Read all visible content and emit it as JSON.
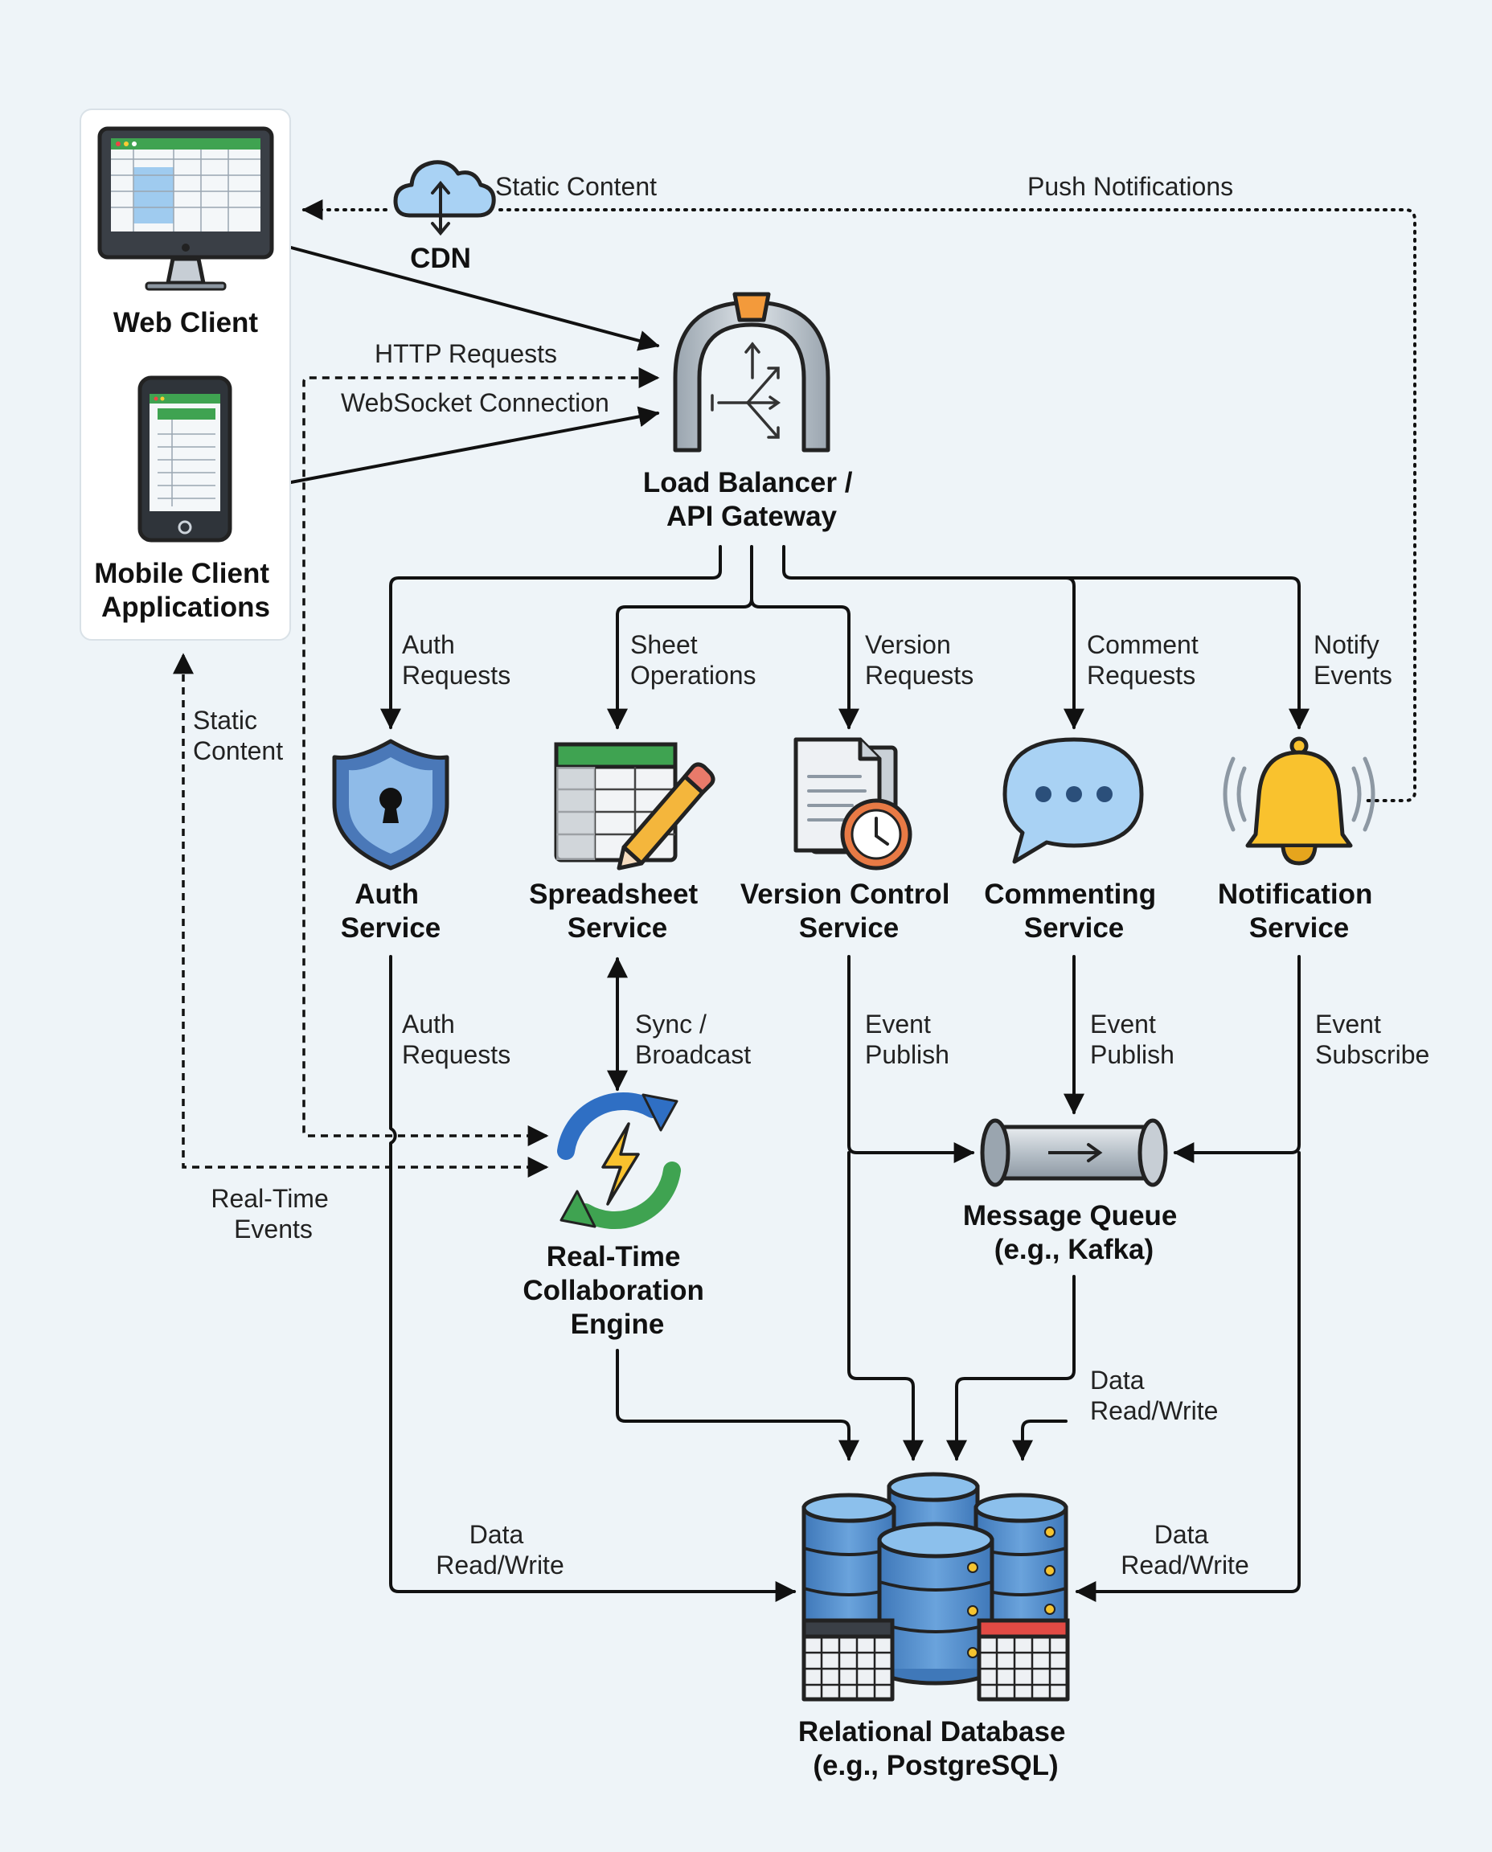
{
  "nodes": {
    "web_client": "Web Client",
    "mobile_client": [
      "Mobile Client",
      "Applications"
    ],
    "cdn": "CDN",
    "load_balancer": [
      "Load Balancer /",
      "API Gateway"
    ],
    "auth_service": [
      "Auth",
      "Service"
    ],
    "spreadsheet_service": [
      "Spreadsheet",
      "Service"
    ],
    "version_control_service": [
      "Version Control",
      "Service"
    ],
    "commenting_service": [
      "Commenting",
      "Service"
    ],
    "notification_service": [
      "Notification",
      "Service"
    ],
    "realtime_engine": [
      "Real-Time",
      "Collaboration",
      "Engine"
    ],
    "message_queue": [
      "Message Queue",
      "(e.g., Kafka)"
    ],
    "database": [
      "Relational Database",
      "(e.g., PostgreSQL)"
    ]
  },
  "edges": {
    "static_content_top": "Static Content",
    "push_notifications": "Push Notifications",
    "http_requests": "HTTP Requests",
    "websocket_connection": "WebSocket Connection",
    "auth_requests_top": [
      "Auth",
      "Requests"
    ],
    "sheet_operations": [
      "Sheet",
      "Operations"
    ],
    "version_requests": [
      "Version",
      "Requests"
    ],
    "comment_requests": [
      "Comment",
      "Requests"
    ],
    "notify_events": [
      "Notify",
      "Events"
    ],
    "static_content_left": [
      "Static",
      "Content"
    ],
    "auth_requests_mid": [
      "Auth",
      "Requests"
    ],
    "sync_broadcast": [
      "Sync /",
      "Broadcast"
    ],
    "event_publish_version": [
      "Event",
      "Publish"
    ],
    "event_publish_comment": [
      "Event",
      "Publish"
    ],
    "event_subscribe": [
      "Event",
      "Subscribe"
    ],
    "realtime_events": [
      "Real-Time",
      "Events"
    ],
    "data_rw_queue": [
      "Data",
      "Read/Write"
    ],
    "data_rw_left": [
      "Data",
      "Read/Write"
    ],
    "data_rw_right": [
      "Data",
      "Read/Write"
    ]
  }
}
